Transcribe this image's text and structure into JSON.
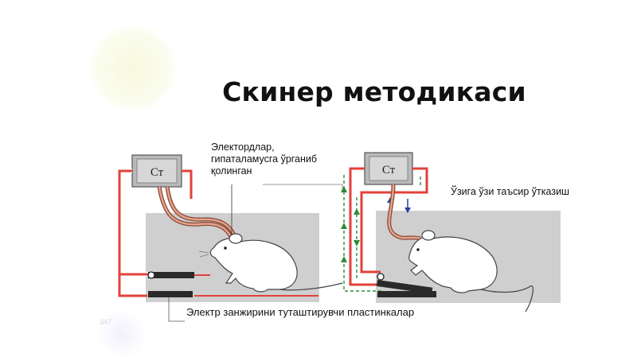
{
  "slide": {
    "title": "Скинер методикаси",
    "page_number": "347"
  },
  "diagram": {
    "stimulator_left_label": "Ст",
    "stimulator_right_label": "Ст",
    "electrodes_label_lines": [
      "Электордлар,",
      "гипаталамусга ўрганиб",
      "қолинган"
    ],
    "self_stimulation_label": "Ўзига ўзи таъсир ўтказиш",
    "plates_label": "Электр занжирини туташтирувчи пластинкалар"
  },
  "colors": {
    "wire": "#e2423a",
    "cage": "#cfcfcf",
    "circuit_dash": "#2f8a3a",
    "arrow_blue": "#2b3fa0"
  }
}
